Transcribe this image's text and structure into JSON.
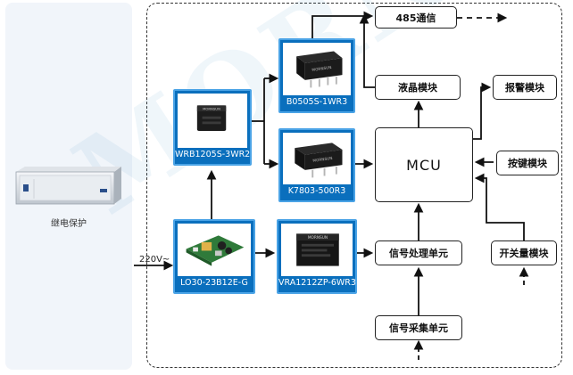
{
  "device": {
    "label": "继电保护"
  },
  "input": {
    "voltage": "220V~"
  },
  "products": {
    "wrb": {
      "caption": "WRB1205S-3WR2",
      "chip_text": "MORNSUN"
    },
    "b0505": {
      "caption": "B0505S-1WR3",
      "chip_text": "MORNSUN"
    },
    "k7803": {
      "caption": "K7803-500R3",
      "chip_text": "MORNSUN"
    },
    "lo30": {
      "caption": "LO30-23B12E-G"
    },
    "vra": {
      "caption": "VRA1212ZP-6WR3",
      "chip_text": "MORNSUN"
    }
  },
  "blocks": {
    "rs485": "485通信",
    "lcd": "液晶模块",
    "alarm": "报警模块",
    "mcu": "MCU",
    "keys": "按键模块",
    "switch": "开关量模块",
    "signal_proc": "信号处理单元",
    "signal_acq": "信号采集单元"
  },
  "watermark": {
    "text": "MORNSUN",
    "mark": "®"
  },
  "colors": {
    "product_blue": "#0a6fbd",
    "product_border": "#4aa3e6",
    "panel_bg": "#f1f5fa",
    "line": "#111111"
  }
}
